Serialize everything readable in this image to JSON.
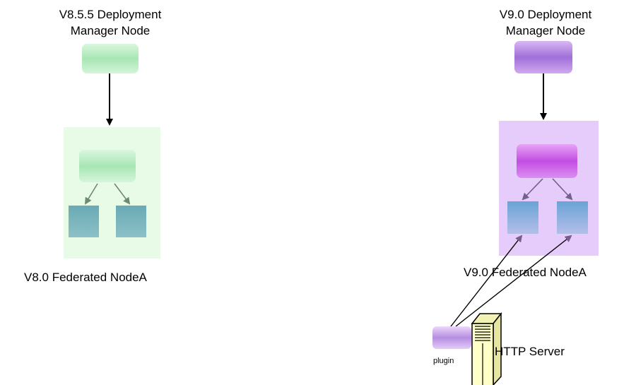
{
  "left": {
    "dm_title_line1": "V8.5.5 Deployment",
    "dm_title_line2": "Manager Node",
    "node_label": "V8.0 Federated NodeA"
  },
  "right": {
    "dm_title_line1": "V9.0 Deployment",
    "dm_title_line2": "Manager Node",
    "node_label": "V9.0 Federated NodeA",
    "plugin_label": "plugin",
    "http_server_label": "HTTP Server"
  },
  "colors": {
    "green_node": "#b8ecc2",
    "green_cell_bg": "#e8fbe6",
    "purple_node": "#b788e6",
    "magenta_node": "#c65ae6",
    "purple_cell_bg": "#e6ccfa",
    "server_teal": "#78b4bc",
    "server_blue": "#94b0e0",
    "http_server_yellow": "#ffffc8"
  }
}
